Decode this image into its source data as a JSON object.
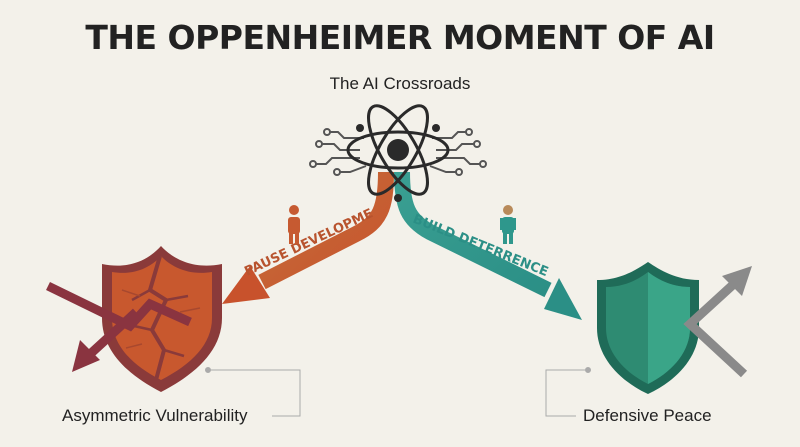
{
  "title": "THE OPPENHEIMER MOMENT OF AI",
  "crossroads": {
    "label": "The AI Crossroads",
    "icon": "atom-circuit-icon"
  },
  "left_path": {
    "label": "PAUSE DEVELOPMENT",
    "color": "#c65a31",
    "figure_icon": "person-icon",
    "outcome_icon": "broken-shield-icon",
    "outcome_label": "Asymmetric Vulnerability",
    "trend_icon": "downward-arrow-icon"
  },
  "right_path": {
    "label": "BUILD DETERRENCE",
    "color": "#2e978c",
    "figure_icon": "person-icon",
    "outcome_icon": "shield-icon",
    "outcome_label": "Defensive Peace",
    "trend_icon": "upward-arrow-icon"
  },
  "colors": {
    "background": "#f3f1ea",
    "text": "#222222",
    "shield_left_fill": "#c8582e",
    "shield_left_rim": "#8a3a3a",
    "shield_right_fill": "#2e8b72",
    "shield_right_rim": "#1f6b58",
    "down_arrow": "#8a3440",
    "up_arrow": "#8a8a8a"
  }
}
